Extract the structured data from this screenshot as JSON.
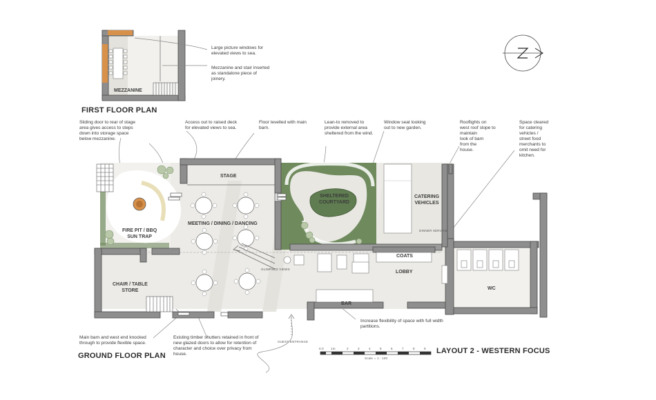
{
  "titles": {
    "first_floor": "FIRST FLOOR PLAN",
    "ground_floor": "GROUND FLOOR PLAN",
    "layout": "LAYOUT 2 - WESTERN FOCUS"
  },
  "rooms": {
    "mezzanine": "MEZZANINE",
    "stage": "STAGE",
    "courtyard_1": "SHELTERED",
    "courtyard_2": "COURTYARD",
    "catering_1": "CATERING",
    "catering_2": "VEHICLES",
    "firepit_1": "FIRE PIT / BBQ",
    "firepit_2": "SUN TRAP",
    "meeting": "MEETING / DINING / DANCING",
    "chair_1": "CHAIR / TABLE",
    "chair_2": "STORE",
    "coats": "COATS",
    "lobby": "LOBBY",
    "bar": "BAR",
    "wc": "WC"
  },
  "small_labels": {
    "glimpsed": "GLIMPSED VIEWS",
    "dinner": "DINNER SERVICE",
    "guest": "GUEST ENTRANCE"
  },
  "annotations": {
    "windows": [
      "Large picture windows for",
      "elevated views to sea."
    ],
    "mezz_stair": [
      "Mezzanine and stair inserted",
      "as standalone piece of",
      "joinery."
    ],
    "sliding": [
      "Sliding door to rear of stage",
      "area gives access to steps",
      "down into storage space",
      "below mezzanine."
    ],
    "access": [
      "Access out to raised deck",
      "for elevated views to sea."
    ],
    "floor": [
      "Floor levelled with main",
      "barn."
    ],
    "leanto": [
      "Lean-to removed to",
      "provide external area",
      "sheltered from the wind."
    ],
    "window_seat": [
      "Window seat looking",
      "out to new garden."
    ],
    "rooflights": [
      "Rooflights on",
      "west roof slope to",
      "maintain",
      "look of barn",
      "from the",
      "house."
    ],
    "space": [
      "Space cleared",
      "for catering",
      "vehicles /",
      "street food",
      "merchants to",
      "omit need for",
      "kitchen."
    ],
    "main_barn": [
      "Main barn and west end knocked",
      "through to provide flexible space."
    ],
    "shutters": [
      "Existing timber shutters retained in front of",
      "new glazed doors to allow for retention of",
      "character and choice over privacy from",
      "house."
    ],
    "flexibility": [
      "Increase flexibility of space with full width",
      "partitions."
    ]
  },
  "scale": {
    "ticks": [
      "0.0",
      "1m",
      "2",
      "3",
      "4",
      "5",
      "6",
      "7",
      "8",
      "9"
    ],
    "caption": "Scale = 1 : 100"
  },
  "colors": {
    "wall": "#8e8e8e",
    "wall_dark": "#4a4a4a",
    "floor": "#ecebe7",
    "floor_light": "#f2f1ee",
    "ghost": "#e2e1dc",
    "green": "#6f8a5d",
    "orange": "#d8914a"
  }
}
